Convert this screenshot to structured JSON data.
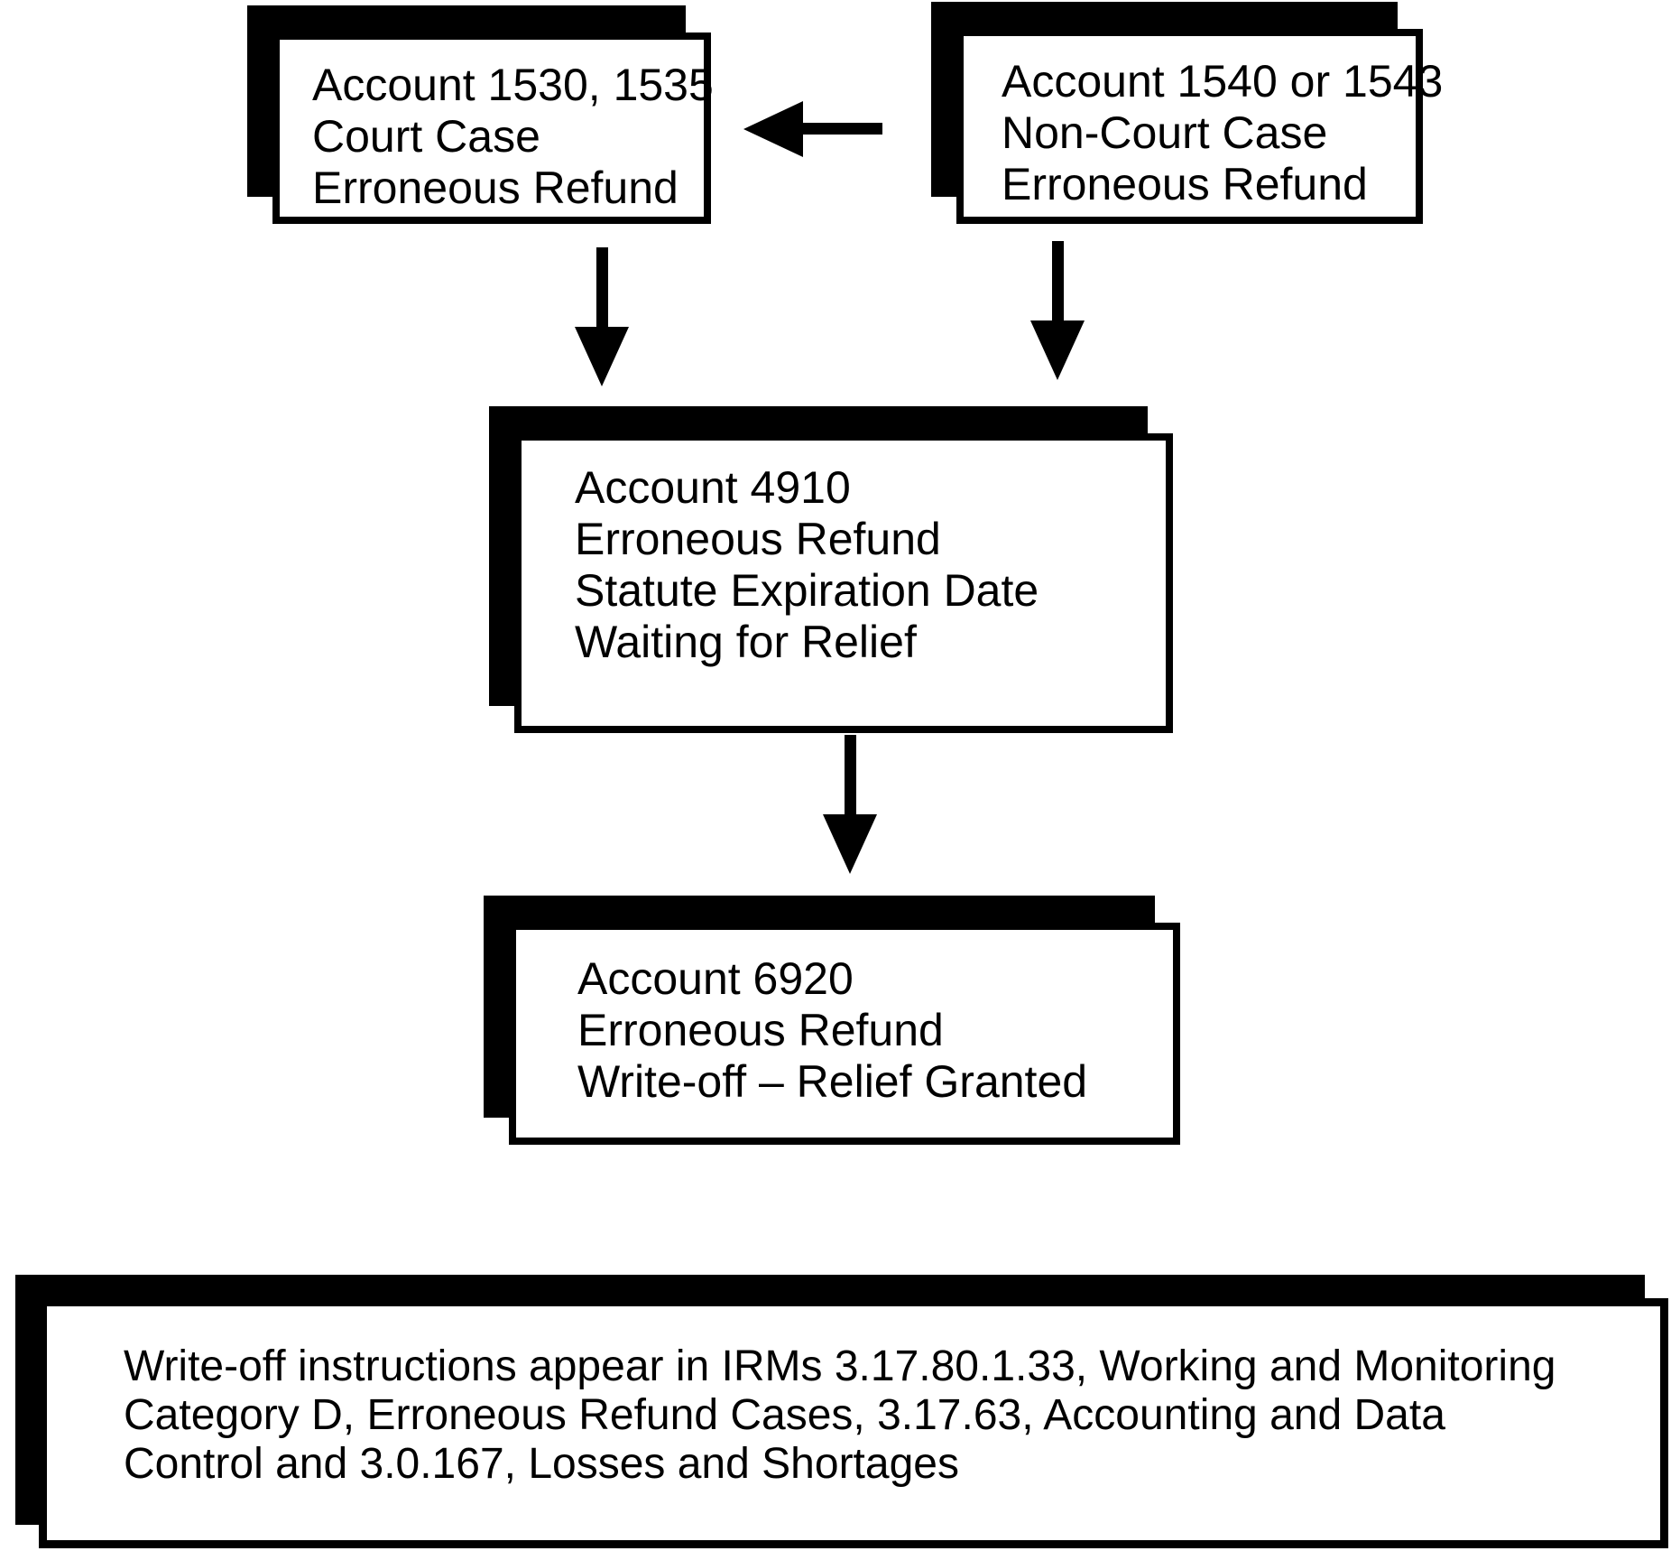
{
  "colors": {
    "ink": "#000000",
    "paper": "#ffffff"
  },
  "flowchart": {
    "box_court": {
      "lines": [
        "Account 1530, 1535",
        "Court Case",
        "Erroneous Refund"
      ]
    },
    "box_non_court": {
      "lines": [
        "Account 1540 or 1543",
        "Non-Court Case",
        "Erroneous Refund"
      ]
    },
    "box_4910": {
      "lines": [
        "Account 4910",
        "Erroneous Refund",
        "Statute Expiration Date",
        "Waiting for Relief"
      ]
    },
    "box_6920": {
      "lines": [
        "Account 6920",
        "Erroneous Refund",
        "Write-off – Relief Granted"
      ]
    },
    "note": {
      "lines": [
        "Write-off instructions appear in IRMs 3.17.80.1.33, Working and Monitoring",
        "Category D, Erroneous Refund Cases, 3.17.63, Accounting and Data",
        "Control and 3.0.167, Losses and Shortages"
      ]
    }
  }
}
